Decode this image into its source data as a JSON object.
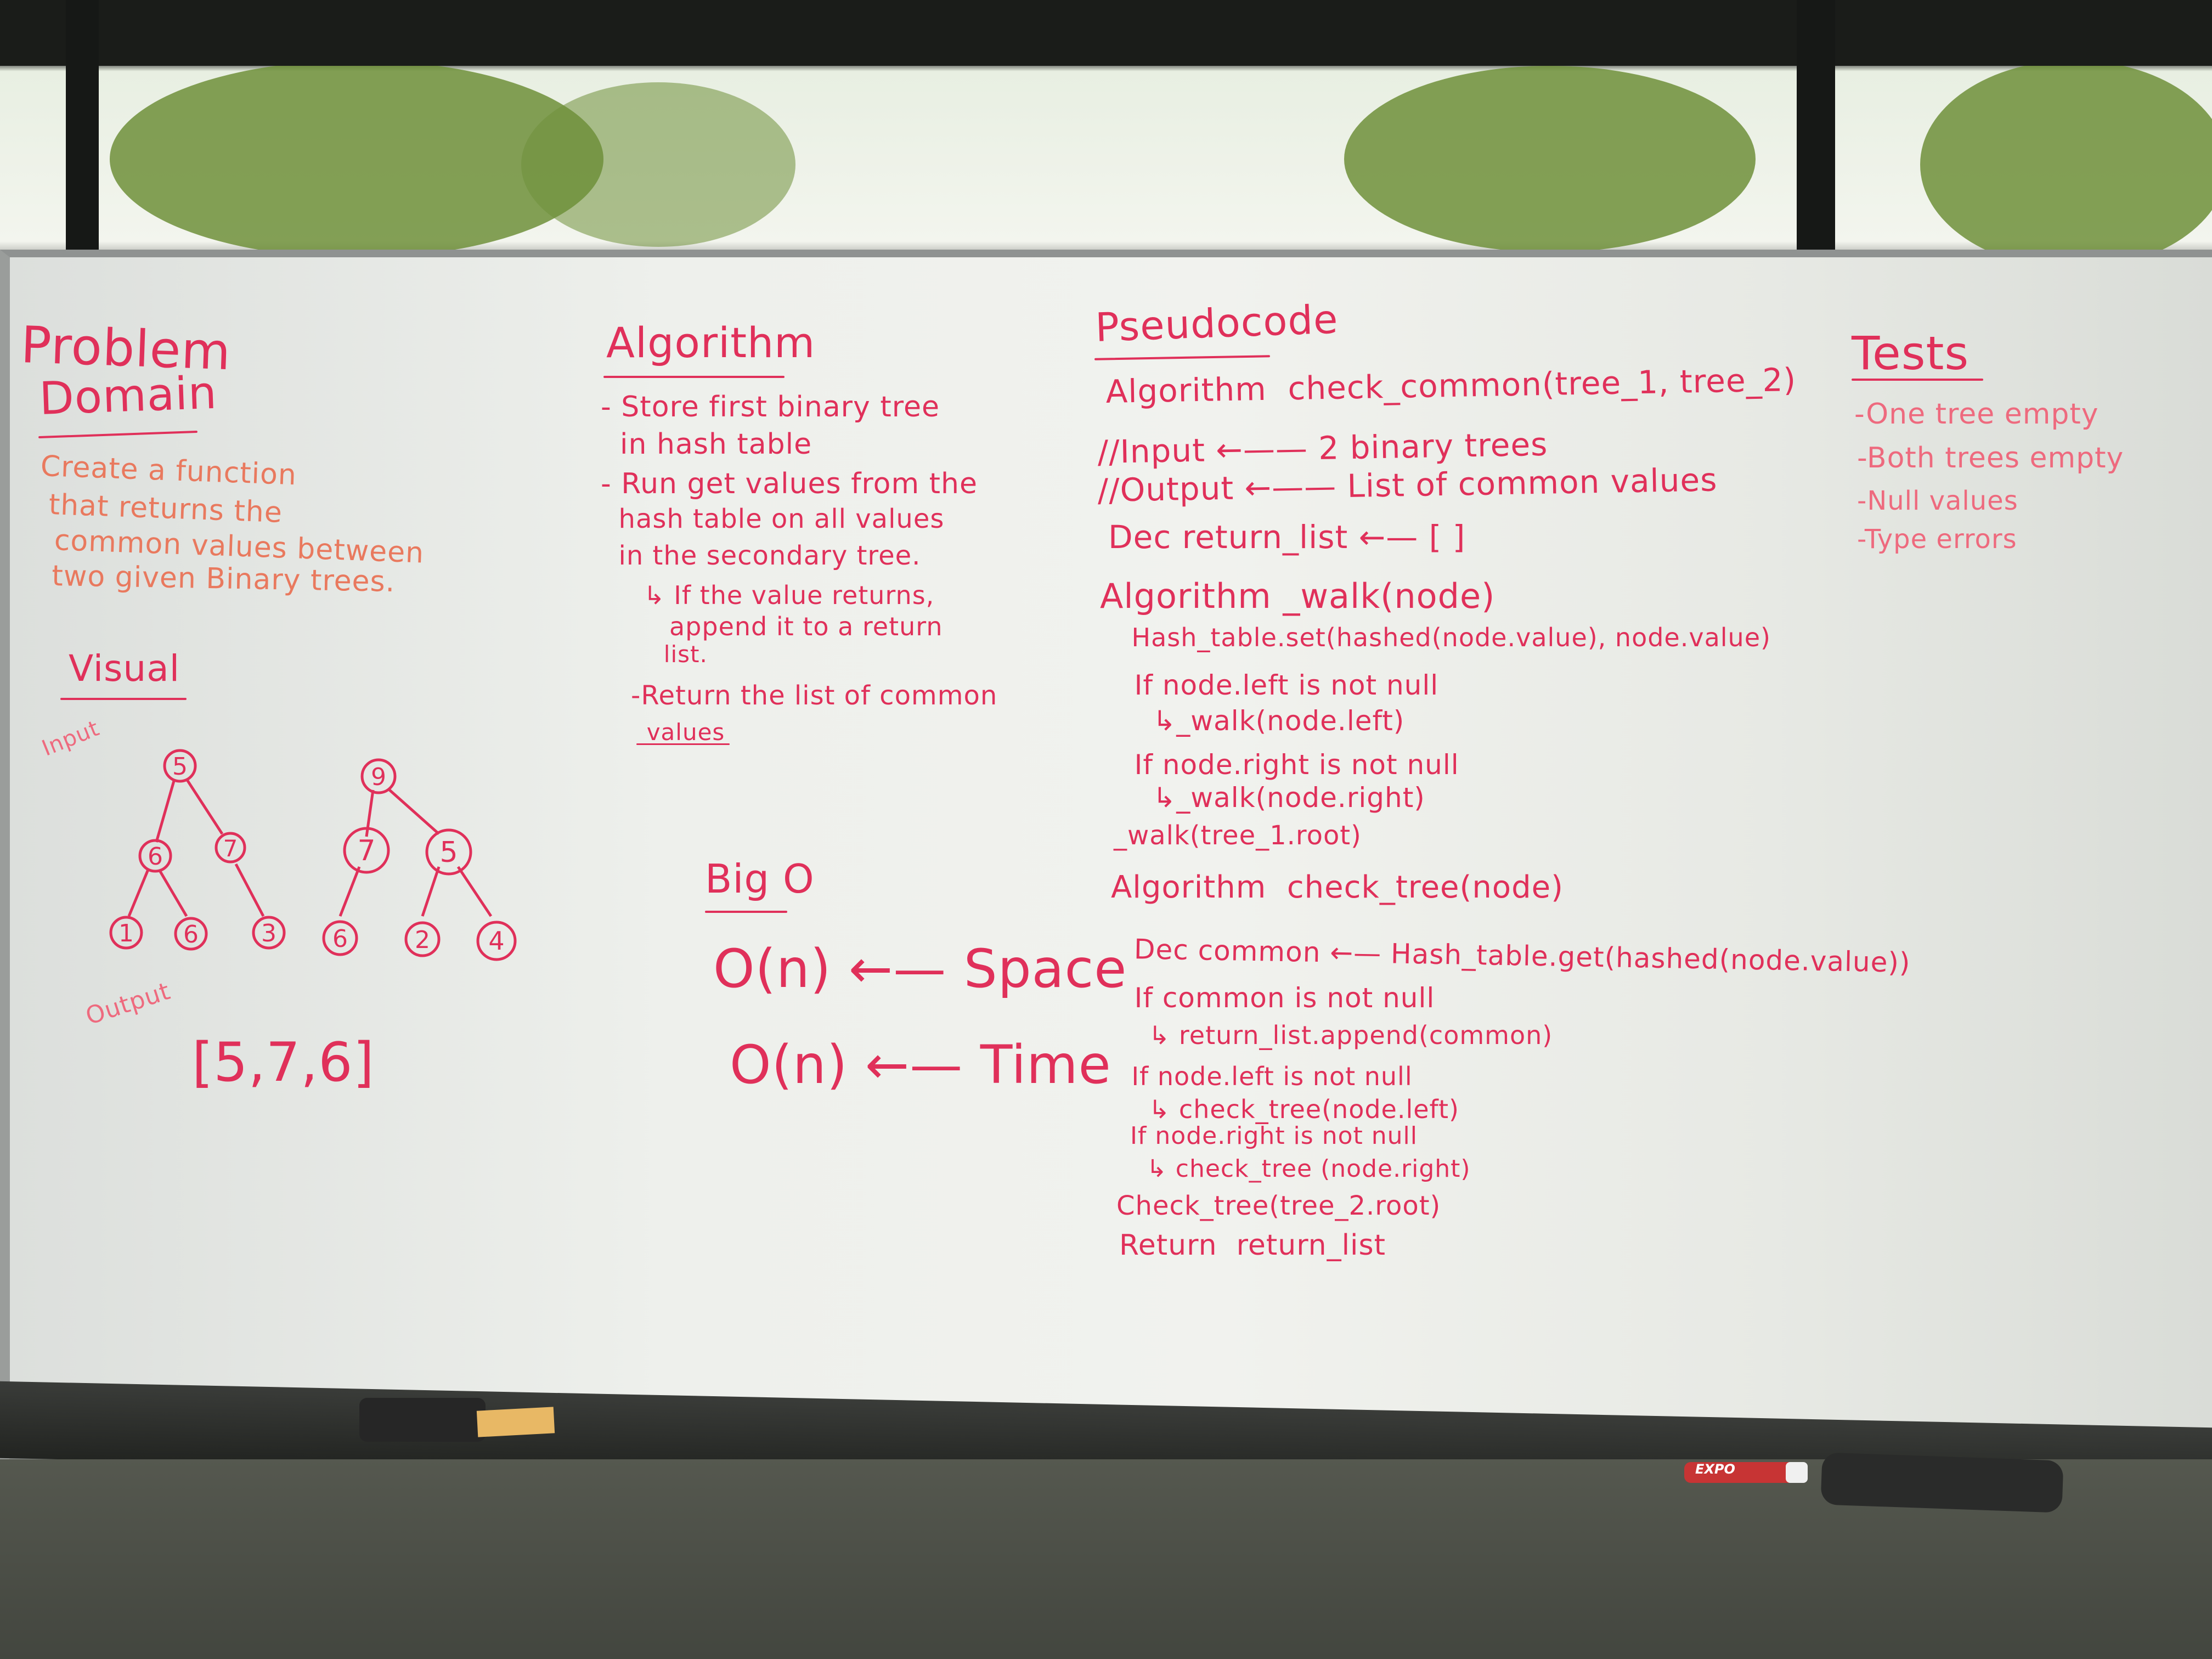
{
  "problem": {
    "heading_line1": "Problem",
    "heading_line2": "Domain",
    "description": [
      "Create a function",
      "that returns the",
      "common values between",
      "two given Binary trees."
    ]
  },
  "visual": {
    "heading": "Visual",
    "input_label": "Input",
    "tree1": {
      "root": "5",
      "left": "6",
      "right": "7",
      "ll": "1",
      "lr": "6",
      "rr": "3"
    },
    "tree2": {
      "root": "9",
      "left": "7",
      "right": "5",
      "ll": "6",
      "rl": "2",
      "rr": "4"
    },
    "output_label": "Output",
    "output_value": "[5,7,6]"
  },
  "algorithm": {
    "heading": "Algorithm",
    "steps": [
      "- Store first binary tree",
      "  in hash table",
      "- Run get values from the",
      "  hash table on all values",
      "  in the secondary tree.",
      "     ↳ If the value returns,",
      "        append it to a return",
      "        list.",
      "-Return the list of common",
      "  values"
    ]
  },
  "big_o": {
    "heading": "Big O",
    "space": "O(n) ←— Space",
    "time": "O(n) ←— Time"
  },
  "pseudocode": {
    "heading": "Pseudocode",
    "lines": [
      "Algorithm  check_common(tree_1, tree_2)",
      "//Input ←—— 2 binary trees",
      "//Output ←—— List of common values",
      "Dec return_list ←— [ ]",
      "Algorithm _walk(node)",
      "    Hash_table.set(hashed(node.value), node.value)",
      "    If node.left is not null",
      "      ↳_walk(node.left)",
      "    If node.right is not null",
      "      ↳_walk(node.right)",
      "_walk(tree_1.root)",
      "Algorithm  check_tree(node)",
      "    Dec common ←— Hash_table.get(hashed(node.value))",
      "    If common is not null",
      "      ↳ return_list.append(common)",
      "    If node.left is not null",
      "      ↳ check_tree(node.left)",
      "    If node.right is not null",
      "      ↳ check_tree (node.right)",
      "Check_tree(tree_2.root)",
      "Return  return_list"
    ]
  },
  "tests": {
    "heading": "Tests",
    "items": [
      "-One tree empty",
      "-Both trees empty",
      "-Null values",
      "-Type errors"
    ]
  },
  "marker_brand": "EXPO",
  "colors": {
    "ink": "#e0305a",
    "ink_faint": "#ee6a7e",
    "board": "#eef0ec"
  }
}
